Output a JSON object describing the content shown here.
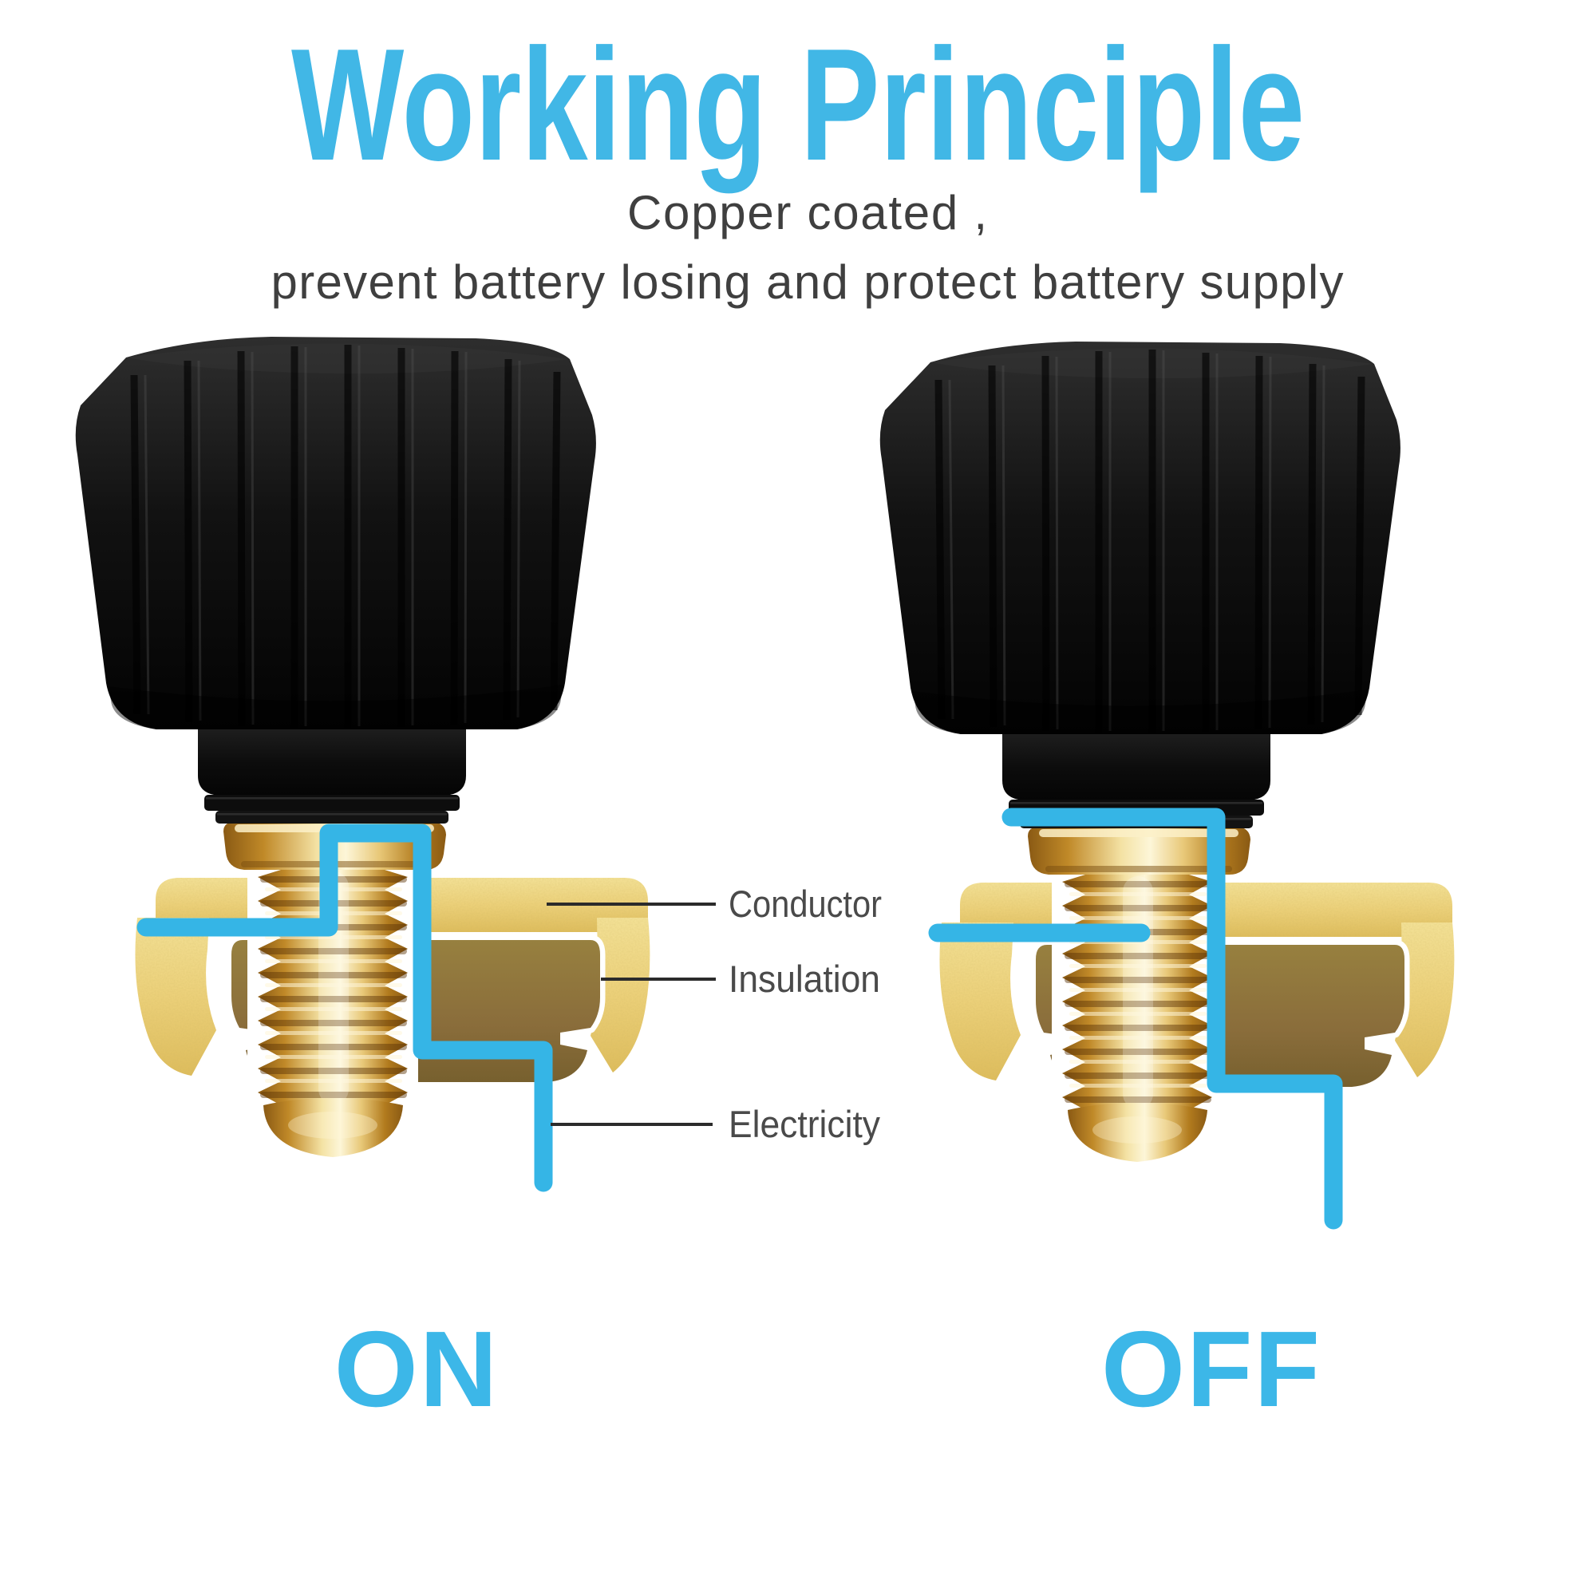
{
  "title": {
    "text": "Working Principle"
  },
  "subtitle": {
    "line1": "Copper coated ,",
    "line2": "prevent battery losing and protect battery supply"
  },
  "callouts": {
    "conductor": "Conductor",
    "insulation": "Insulation",
    "electricity": "Electricity"
  },
  "states": {
    "on": "ON",
    "off": "OFF"
  },
  "colors": {
    "title_cyan": "#41b7e6",
    "accent_cyan": "#35b5e6",
    "subtitle_gray": "#3f3f3f",
    "label_gray": "#4a4a4a",
    "knob_black": "#0d0d0d",
    "brass": "#d9a433",
    "conductor_gold": "#ecd27d",
    "insulation_brown": "#8a6d3b",
    "background": "#ffffff"
  }
}
